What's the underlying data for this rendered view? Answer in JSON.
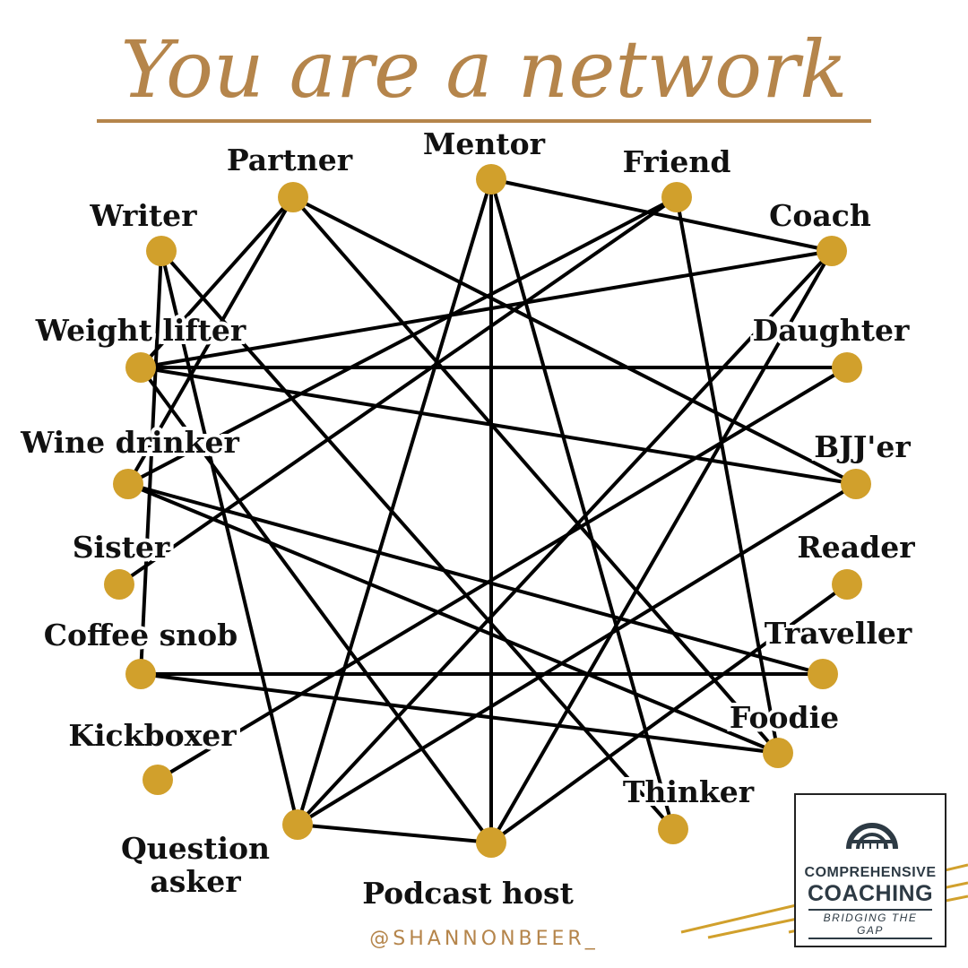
{
  "title": "You are a network",
  "handle": "@SHANNONBEER_",
  "colors": {
    "accent": "#b5854b",
    "node": "#d1a02c",
    "line": "#000000"
  },
  "nodes": [
    {
      "id": "partner",
      "label": "Partner"
    },
    {
      "id": "mentor",
      "label": "Mentor"
    },
    {
      "id": "friend",
      "label": "Friend"
    },
    {
      "id": "writer",
      "label": "Writer"
    },
    {
      "id": "coach",
      "label": "Coach"
    },
    {
      "id": "weight_lifter",
      "label": "Weight lifter"
    },
    {
      "id": "daughter",
      "label": "Daughter"
    },
    {
      "id": "wine_drinker",
      "label": "Wine drinker"
    },
    {
      "id": "bjjer",
      "label": "BJJ'er"
    },
    {
      "id": "sister",
      "label": "Sister"
    },
    {
      "id": "reader",
      "label": "Reader"
    },
    {
      "id": "coffee_snob",
      "label": "Coffee snob"
    },
    {
      "id": "traveller",
      "label": "Traveller"
    },
    {
      "id": "kickboxer",
      "label": "Kickboxer"
    },
    {
      "id": "foodie",
      "label": "Foodie"
    },
    {
      "id": "thinker",
      "label": "Thinker"
    },
    {
      "id": "question_asker",
      "label": "Question asker"
    },
    {
      "id": "podcast_host",
      "label": "Podcast host"
    }
  ],
  "edges": [
    [
      "partner",
      "weight_lifter"
    ],
    [
      "partner",
      "wine_drinker"
    ],
    [
      "partner",
      "bjjer"
    ],
    [
      "partner",
      "foodie"
    ],
    [
      "mentor",
      "coach"
    ],
    [
      "mentor",
      "podcast_host"
    ],
    [
      "mentor",
      "thinker"
    ],
    [
      "mentor",
      "question_asker"
    ],
    [
      "friend",
      "sister"
    ],
    [
      "friend",
      "foodie"
    ],
    [
      "friend",
      "wine_drinker"
    ],
    [
      "writer",
      "question_asker"
    ],
    [
      "writer",
      "thinker"
    ],
    [
      "writer",
      "coffee_snob"
    ],
    [
      "coach",
      "weight_lifter"
    ],
    [
      "coach",
      "question_asker"
    ],
    [
      "coach",
      "podcast_host"
    ],
    [
      "weight_lifter",
      "daughter"
    ],
    [
      "weight_lifter",
      "bjjer"
    ],
    [
      "weight_lifter",
      "podcast_host"
    ],
    [
      "daughter",
      "kickboxer"
    ],
    [
      "wine_drinker",
      "traveller"
    ],
    [
      "wine_drinker",
      "foodie"
    ],
    [
      "bjjer",
      "question_asker"
    ],
    [
      "reader",
      "podcast_host"
    ],
    [
      "coffee_snob",
      "traveller"
    ],
    [
      "coffee_snob",
      "foodie"
    ],
    [
      "question_asker",
      "podcast_host"
    ]
  ],
  "logo": {
    "line1": "COMPREHENSIVE",
    "line2": "COACHING",
    "line3": "BRIDGING THE GAP"
  }
}
